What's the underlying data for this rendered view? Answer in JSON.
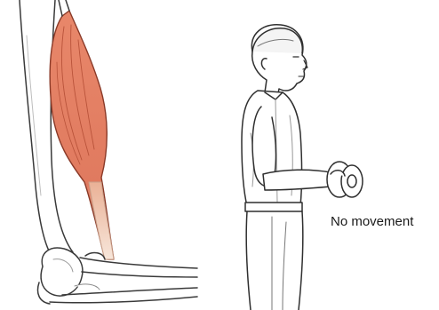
{
  "caption": "No movement",
  "colors": {
    "muscle": "#e07a5f",
    "muscle_dark": "#b8452f",
    "tendon": "#f3d6c4",
    "outline": "#333333",
    "background": "#ffffff"
  },
  "figures": {
    "left": "arm-anatomy-illustration",
    "right": "person-holding-dumbbell-illustration"
  }
}
